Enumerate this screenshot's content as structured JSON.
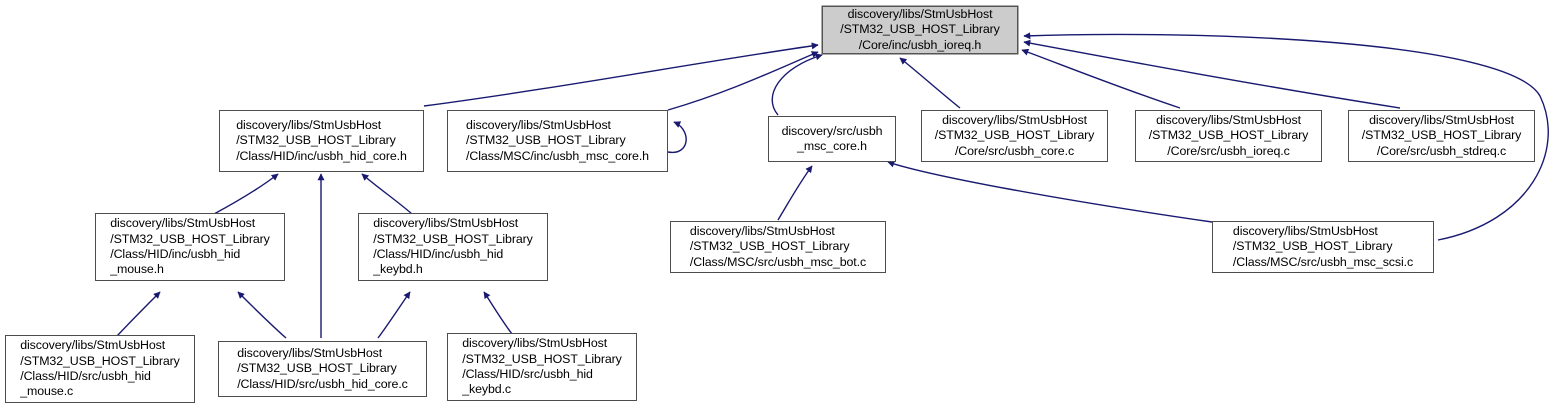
{
  "graph": {
    "type": "dependency-graph",
    "title": "usbh_ioreq.h included-by graph",
    "edge_color": "#191970",
    "node_fill": "#ffffff",
    "root_fill": "#cccccc",
    "node_border": "#4d4d4d",
    "nodes": [
      {
        "id": "usbh_ioreq_h",
        "label": "discovery/libs/StmUsbHost\n/STM32_USB_HOST_Library\n/Core/inc/usbh_ioreq.h",
        "root": true
      },
      {
        "id": "usbh_hid_core_h",
        "label": "discovery/libs/StmUsbHost\n/STM32_USB_HOST_Library\n/Class/HID/inc/usbh_hid_core.h",
        "root": false
      },
      {
        "id": "usbh_msc_core_h",
        "label": "discovery/libs/StmUsbHost\n/STM32_USB_HOST_Library\n/Class/MSC/inc/usbh_msc_core.h",
        "root": false
      },
      {
        "id": "src_usbh_msc_core_h",
        "label": "discovery/src/usbh\n_msc_core.h",
        "root": false
      },
      {
        "id": "usbh_core_c",
        "label": "discovery/libs/StmUsbHost\n/STM32_USB_HOST_Library\n/Core/src/usbh_core.c",
        "root": false
      },
      {
        "id": "usbh_ioreq_c",
        "label": "discovery/libs/StmUsbHost\n/STM32_USB_HOST_Library\n/Core/src/usbh_ioreq.c",
        "root": false
      },
      {
        "id": "usbh_stdreq_c",
        "label": "discovery/libs/StmUsbHost\n/STM32_USB_HOST_Library\n/Core/src/usbh_stdreq.c",
        "root": false
      },
      {
        "id": "usbh_hid_mouse_h",
        "label": "discovery/libs/StmUsbHost\n/STM32_USB_HOST_Library\n/Class/HID/inc/usbh_hid\n_mouse.h",
        "root": false
      },
      {
        "id": "usbh_hid_keybd_h",
        "label": "discovery/libs/StmUsbHost\n/STM32_USB_HOST_Library\n/Class/HID/inc/usbh_hid\n_keybd.h",
        "root": false
      },
      {
        "id": "usbh_msc_bot_c",
        "label": "discovery/libs/StmUsbHost\n/STM32_USB_HOST_Library\n/Class/MSC/src/usbh_msc_bot.c",
        "root": false
      },
      {
        "id": "usbh_msc_scsi_c",
        "label": "discovery/libs/StmUsbHost\n/STM32_USB_HOST_Library\n/Class/MSC/src/usbh_msc_scsi.c",
        "root": false
      },
      {
        "id": "usbh_hid_mouse_c",
        "label": "discovery/libs/StmUsbHost\n/STM32_USB_HOST_Library\n/Class/HID/src/usbh_hid\n_mouse.c",
        "root": false
      },
      {
        "id": "usbh_hid_core_c",
        "label": "discovery/libs/StmUsbHost\n/STM32_USB_HOST_Library\n/Class/HID/src/usbh_hid_core.c",
        "root": false
      },
      {
        "id": "usbh_hid_keybd_c",
        "label": "discovery/libs/StmUsbHost\n/STM32_USB_HOST_Library\n/Class/HID/src/usbh_hid\n_keybd.c",
        "root": false
      }
    ],
    "edges": [
      {
        "from": "usbh_hid_core_h",
        "to": "usbh_ioreq_h"
      },
      {
        "from": "usbh_msc_core_h",
        "to": "usbh_ioreq_h"
      },
      {
        "from": "src_usbh_msc_core_h",
        "to": "usbh_ioreq_h"
      },
      {
        "from": "usbh_core_c",
        "to": "usbh_ioreq_h"
      },
      {
        "from": "usbh_ioreq_c",
        "to": "usbh_ioreq_h"
      },
      {
        "from": "usbh_stdreq_c",
        "to": "usbh_ioreq_h"
      },
      {
        "from": "usbh_msc_scsi_c",
        "to": "usbh_ioreq_h"
      },
      {
        "from": "usbh_msc_core_h",
        "to": "usbh_msc_core_h"
      },
      {
        "from": "usbh_hid_mouse_h",
        "to": "usbh_hid_core_h"
      },
      {
        "from": "usbh_hid_core_c",
        "to": "usbh_hid_core_h"
      },
      {
        "from": "usbh_hid_keybd_h",
        "to": "usbh_hid_core_h"
      },
      {
        "from": "usbh_hid_mouse_c",
        "to": "usbh_hid_mouse_h"
      },
      {
        "from": "usbh_hid_core_c",
        "to": "usbh_hid_mouse_h"
      },
      {
        "from": "usbh_hid_core_c",
        "to": "usbh_hid_keybd_h"
      },
      {
        "from": "usbh_hid_keybd_c",
        "to": "usbh_hid_keybd_h"
      },
      {
        "from": "usbh_msc_bot_c",
        "to": "src_usbh_msc_core_h"
      },
      {
        "from": "usbh_msc_scsi_c",
        "to": "src_usbh_msc_core_h"
      }
    ]
  }
}
